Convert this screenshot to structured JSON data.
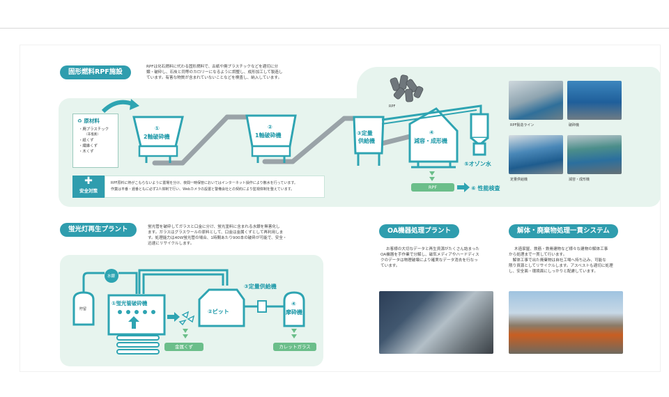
{
  "colors": {
    "teal": "#2f9dae",
    "panel": "#e7f4ee",
    "machine": "#2ea4b2",
    "belt": "#9aa3a8",
    "green": "#6bbe8a"
  },
  "rpf": {
    "title": "固形燃料RPF施設",
    "desc": [
      "RPFは化石燃料に代わる固形燃料で、古紙や廃プラスチックなどを適切に分",
      "類・破砕し、石炭と同等のカロリーになるように調整し、成形加工して製造し",
      "ています。有害な物質が含まれていないことなどを検査し、納入しています。"
    ],
    "materials_title": "原材料",
    "materials": [
      "・廃プラスチック",
      "（非塩素）",
      "・紙くず",
      "・繊維くず",
      "・木くず"
    ],
    "steps": [
      "①",
      "2軸破砕機",
      "②",
      "1軸破砕機",
      "③定量",
      "供給機",
      "④",
      "減容・成形機",
      "⑤オゾン水"
    ],
    "rpf_label": "RPF",
    "inspection": "⑥ 性能検査",
    "product_caption": "RPF",
    "safety_label": "安全対策",
    "safety_lines": [
      "RPF原料に熱がこもらないように置場を分け、夜間一時保管においてはインターネット操作により散水を行っています。",
      "作業は平番・遅番ともに必ず2人体制で行い、Webカメラの設置と警備会社との契約により監視体制を整えています。"
    ],
    "photo_captions": [
      "RPF製造ライン",
      "破砕機",
      "定量供給機",
      "減容・成形機"
    ]
  },
  "fluor": {
    "title": "蛍光灯再生プラント",
    "desc": [
      "蛍光管を破砕してガラスと口金に分け、蛍光塗料に含まれる水銀を無害化し",
      "ます。ガラスはグラスウールの原料として、口金は金属くずとして再利用しま",
      "す。処理能力は40W蛍光管の場合、1時間あたり900本の破砕が可能で、安全・",
      "迅速にリサイクルします。"
    ],
    "tank_label": "水銀",
    "tank_side": "貯留",
    "step1": "①蛍光管破砕機",
    "step2": "②ピット",
    "step3": "③定量供給機",
    "step4_num": "④",
    "step4": "摩砕機",
    "out1": "金属くず",
    "out2": "カレットガラス"
  },
  "oa": {
    "title": "OA機器処理プラント",
    "desc": [
      "お客様の大切なデータと再生資源がたくさん詰まった",
      "OA機器を手作業で分解し、磁気メディアやハードディス",
      "クのデータは物理破壊により確実なデータ消去を行なっ",
      "ています。"
    ]
  },
  "demo": {
    "title": "解体・廃棄物処理一貫システム",
    "desc": [
      "木造家屋、鉄筋・鉄骨建物など様々な建物の解体工事",
      "から処理まで一貫して行います。",
      "　解体工事で出た廃棄物は自社工場へ持ち込み、可能な",
      "限り資源としてリサイクルします。アスベストも適切に処理",
      "し、安全面・環境面にしっかりと配慮しています。"
    ]
  }
}
